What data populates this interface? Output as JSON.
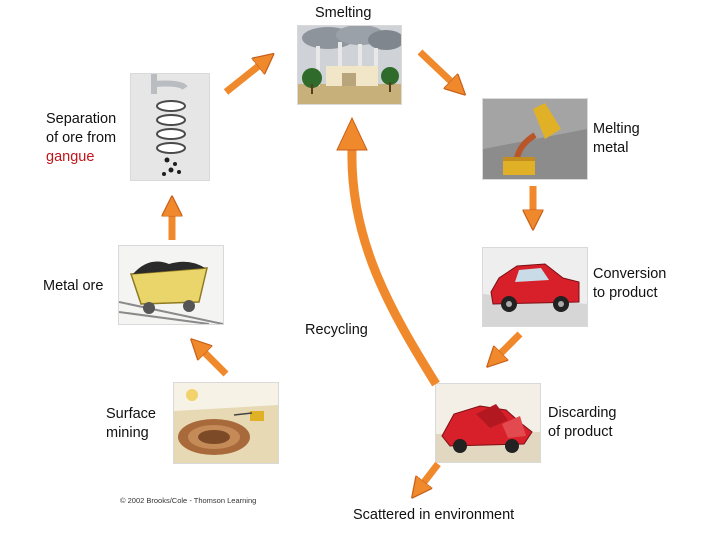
{
  "stages": {
    "smelting": "Smelting",
    "melting_line1": "Melting",
    "melting_line2": "metal",
    "conversion_line1": "Conversion",
    "conversion_line2": "to product",
    "discarding_line1": "Discarding",
    "discarding_line2": "of product",
    "scattered": "Scattered in environment",
    "recycling": "Recycling",
    "surface_line1": "Surface",
    "surface_line2": "mining",
    "metal_ore": "Metal ore",
    "separation_line1": "Separation",
    "separation_line2": "of ore from",
    "separation_line3": "gangue"
  },
  "copyright": "© 2002 Brooks/Cole - Thomson Learning",
  "colors": {
    "arrow": "#f0892c",
    "arrow_outline": "#c8611a",
    "gangue_text": "#c0151b"
  }
}
